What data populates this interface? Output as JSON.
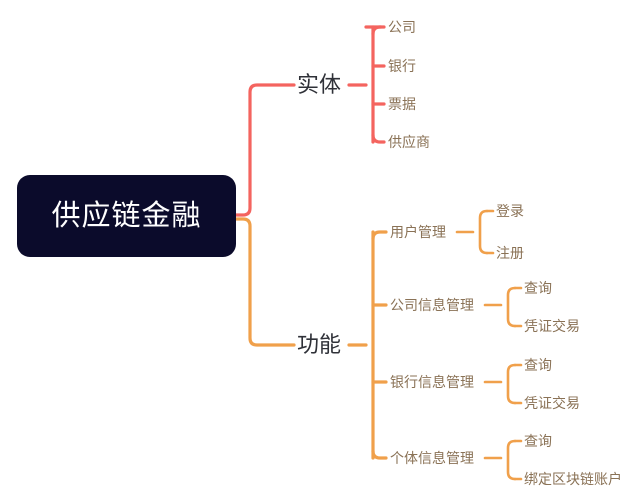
{
  "diagram": {
    "type": "mind-map",
    "background": "#ffffff",
    "root": {
      "label": "供应链金融",
      "fill": "#0b0b2b",
      "text_color": "#ffffff"
    },
    "colors": {
      "entity_branch": "#f4645f",
      "function_branch": "#f0a04b",
      "level2_text": "#2f3138",
      "leaf_text": "#8a7256"
    },
    "branches": [
      {
        "id": "entity",
        "label": "实体",
        "color": "#f4645f",
        "children": [
          {
            "label": "公司"
          },
          {
            "label": "银行"
          },
          {
            "label": "票据"
          },
          {
            "label": "供应商"
          }
        ]
      },
      {
        "id": "function",
        "label": "功能",
        "color": "#f0a04b",
        "children": [
          {
            "label": "用户管理",
            "children": [
              {
                "label": "登录"
              },
              {
                "label": "注册"
              }
            ]
          },
          {
            "label": "公司信息管理",
            "children": [
              {
                "label": "查询"
              },
              {
                "label": "凭证交易"
              }
            ]
          },
          {
            "label": "银行信息管理",
            "children": [
              {
                "label": "查询"
              },
              {
                "label": "凭证交易"
              }
            ]
          },
          {
            "label": "个体信息管理",
            "children": [
              {
                "label": "查询"
              },
              {
                "label": "绑定区块链账户"
              }
            ]
          }
        ]
      }
    ]
  }
}
